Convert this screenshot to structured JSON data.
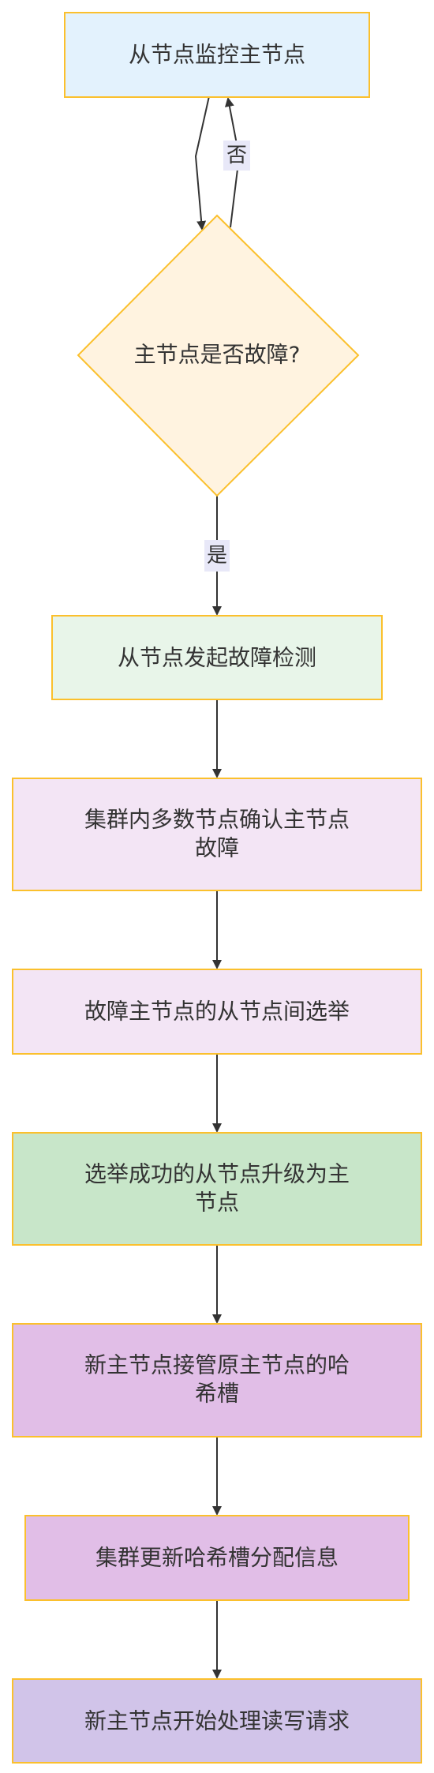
{
  "nodes": {
    "monitor": {
      "text": "从节点监控主节点",
      "color": "#e3f2fd"
    },
    "decision": {
      "text": "主节点是否故障?",
      "color": "#fff3e0"
    },
    "detect": {
      "text": "从节点发起故障检测",
      "color": "#e8f5e9"
    },
    "confirm": {
      "lines": [
        "集群内多数节点确认主节点",
        "故障"
      ],
      "color": "#f3e5f5"
    },
    "election": {
      "text": "故障主节点的从节点间选举",
      "color": "#f3e5f5"
    },
    "promote": {
      "lines": [
        "选举成功的从节点升级为主",
        "节点"
      ],
      "color": "#c8e6c9"
    },
    "takeover": {
      "lines": [
        "新主节点接管原主节点的哈",
        "希槽"
      ],
      "color": "#e1bee7"
    },
    "update": {
      "text": "集群更新哈希槽分配信息",
      "color": "#e1bee7"
    },
    "serve": {
      "text": "新主节点开始处理读写请求",
      "color": "#d1c4e9"
    }
  },
  "edges": {
    "no_label": "否",
    "yes_label": "是"
  },
  "colors": {
    "border": "#fbc02d",
    "line": "#333333",
    "edge_label_bg": "#e8e8f8"
  }
}
